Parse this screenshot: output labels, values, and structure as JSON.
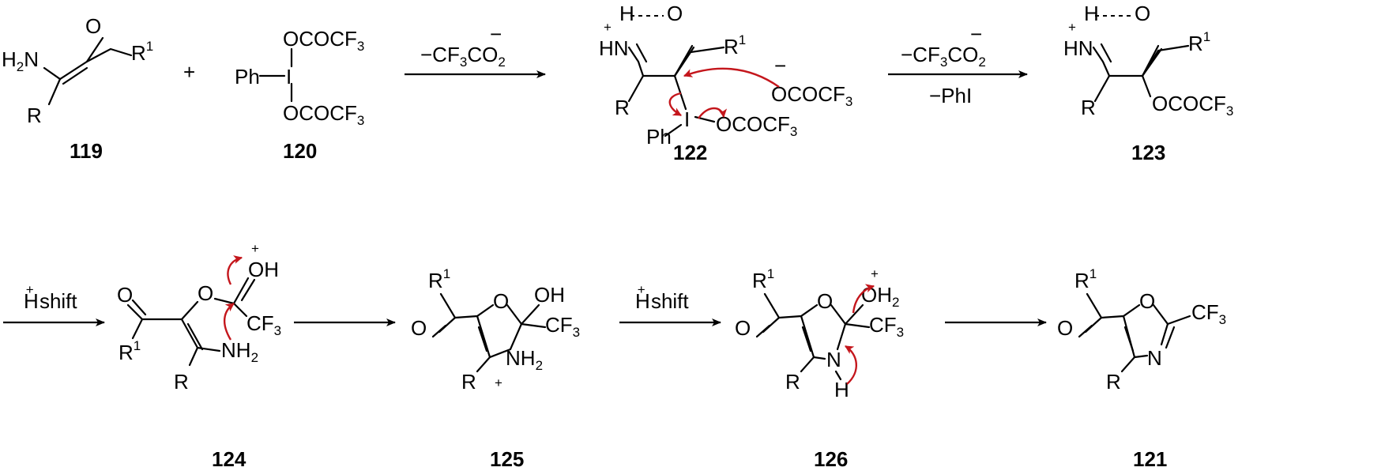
{
  "compounds": {
    "c119": {
      "number": "119",
      "atoms": [
        "H",
        "2",
        "N",
        "O",
        "R",
        "1",
        "R"
      ]
    },
    "plus": "+",
    "c120": {
      "number": "120",
      "atoms": [
        "Ph",
        "I",
        "OCOCF",
        "3",
        "OCOCF",
        "3"
      ]
    },
    "c122": {
      "number": "122",
      "atoms": [
        "H",
        "O",
        "HN",
        "+",
        "R",
        "1",
        "R",
        "I",
        "Ph",
        "OCOCF",
        "3",
        "OCOCF",
        "3",
        "−"
      ]
    },
    "c123": {
      "number": "123",
      "atoms": [
        "H",
        "O",
        "HN",
        "+",
        "R",
        "1",
        "R",
        "OCOCF",
        "3"
      ]
    },
    "c124": {
      "number": "124",
      "atoms": [
        "O",
        "R",
        "1",
        "O",
        "OH",
        "+",
        "CF",
        "3",
        "NH",
        "2",
        "R"
      ]
    },
    "c125": {
      "number": "125",
      "atoms": [
        "R",
        "1",
        "O",
        "O",
        "OH",
        "CF",
        "3",
        "NH",
        "2",
        "+",
        "R"
      ]
    },
    "c126": {
      "number": "126",
      "atoms": [
        "R",
        "1",
        "O",
        "O",
        "OH",
        "2",
        "+",
        "CF",
        "3",
        "N",
        "H",
        "R"
      ]
    },
    "c121": {
      "number": "121",
      "atoms": [
        "R",
        "1",
        "O",
        "O",
        "CF",
        "3",
        "N",
        "R"
      ]
    }
  },
  "arrows": {
    "a1": {
      "above": [
        "−CF",
        "3",
        "CO",
        "2",
        "−"
      ],
      "below": []
    },
    "a2": {
      "above": [
        "−CF",
        "3",
        "CO",
        "2",
        "−"
      ],
      "below": [
        "−PhI"
      ]
    },
    "a3": {
      "above": [
        "H",
        "+",
        " shift"
      ],
      "below": []
    },
    "a4": {
      "above": [],
      "below": []
    },
    "a5": {
      "above": [
        "H",
        "+",
        " shift"
      ],
      "below": []
    },
    "a6": {
      "above": [],
      "below": []
    }
  },
  "colors": {
    "ink": "#000000",
    "mechanism_arrow": "#c4161c"
  }
}
